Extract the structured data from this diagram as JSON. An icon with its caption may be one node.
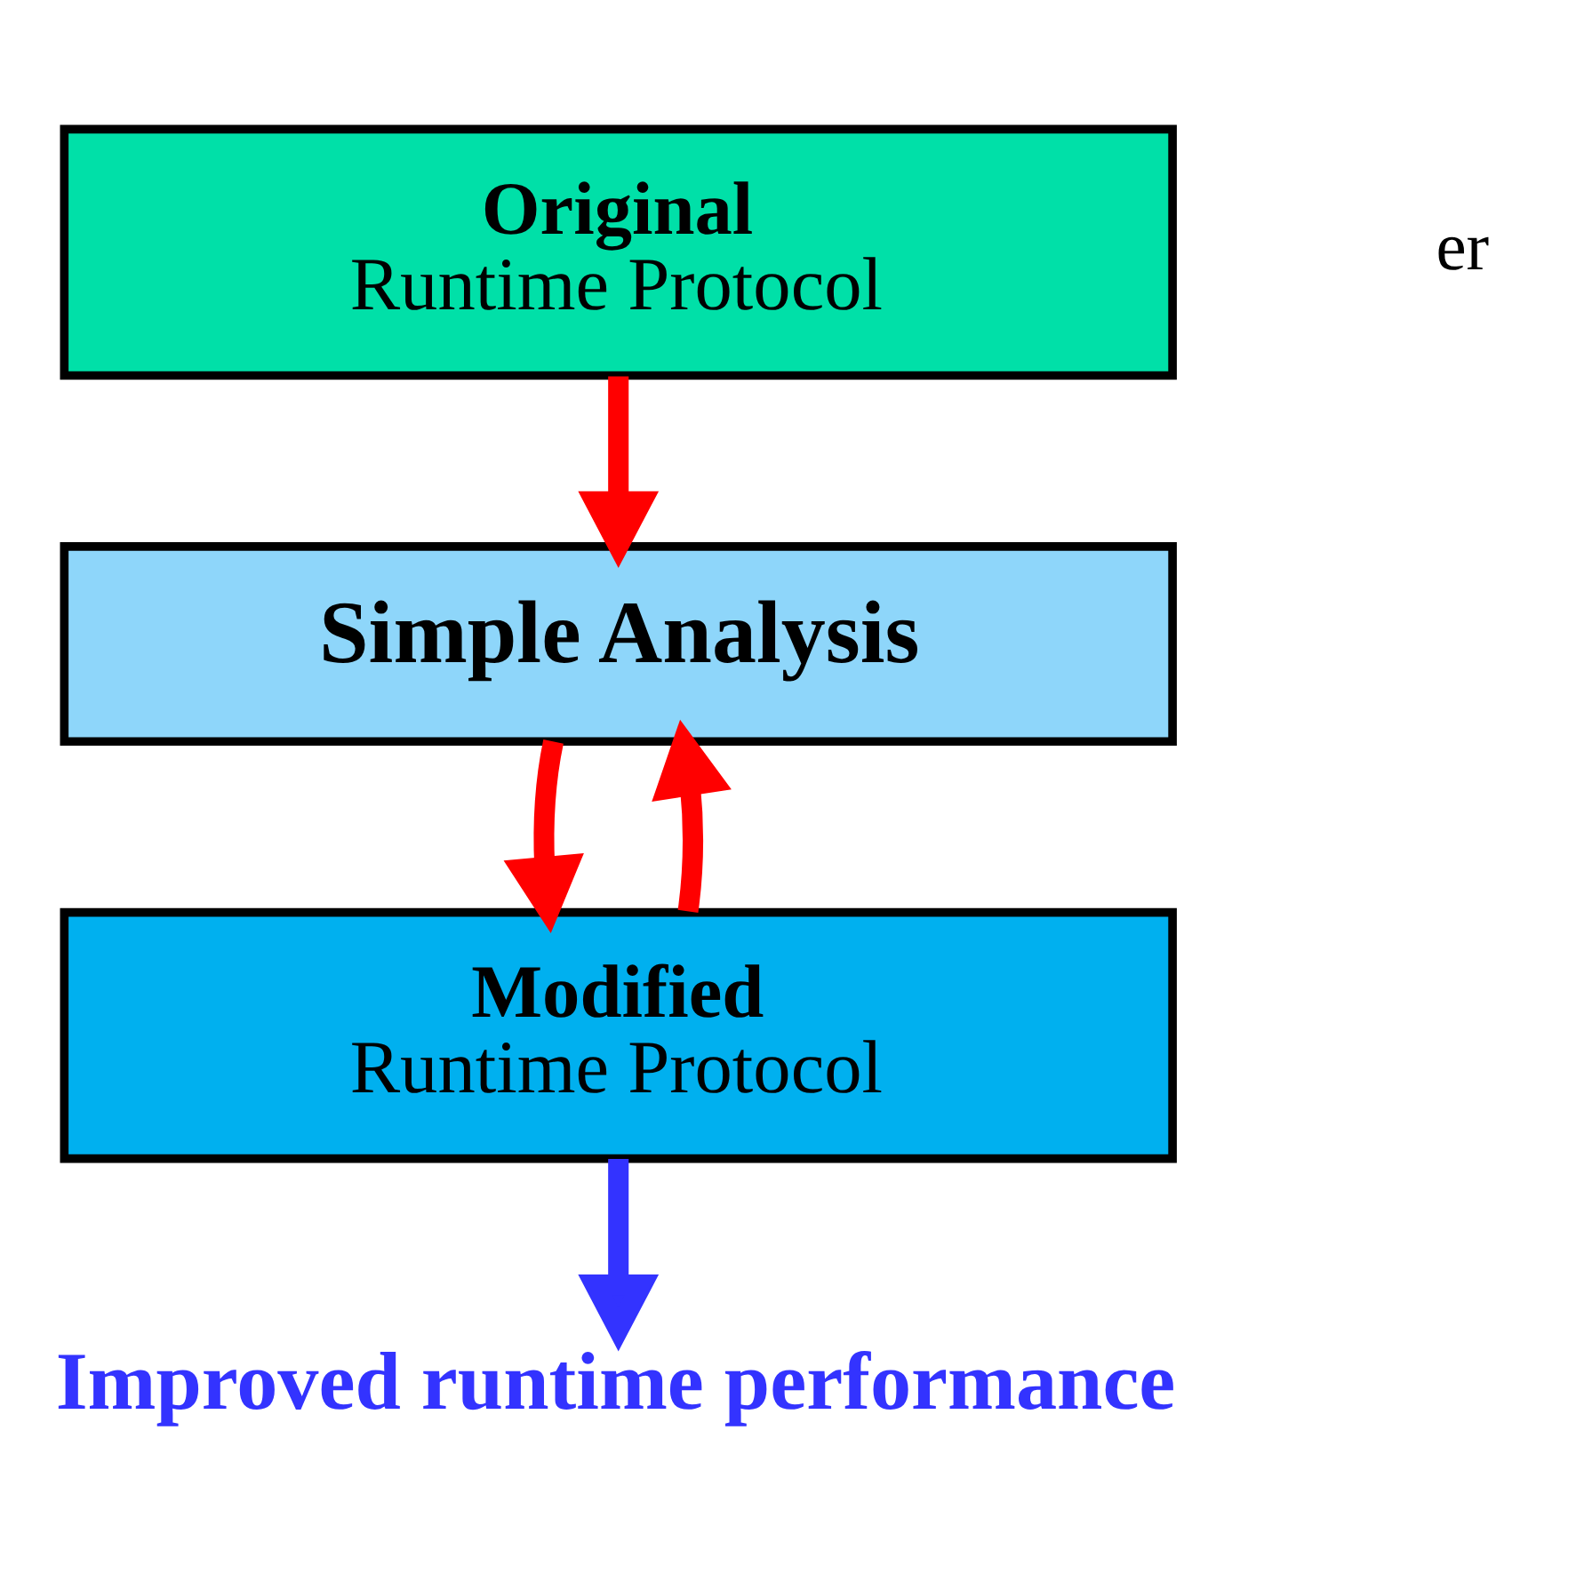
{
  "diagram": {
    "nodes": [
      {
        "text": [
          "Original",
          "Runtime Protocol"
        ]
      },
      {
        "text": [
          "Simple Analysis"
        ]
      },
      {
        "text": [
          "Modified",
          "Runtime Protocol"
        ]
      },
      {
        "text": [
          "Improved runtime performance"
        ]
      }
    ],
    "edges": [
      {
        "from": 0,
        "to": 1,
        "arrow": "to"
      },
      {
        "from": 1,
        "to": 2,
        "arrow": "to"
      },
      {
        "from": 2,
        "to": 1,
        "arrow": "to"
      },
      {
        "from": 2,
        "to": 3,
        "arrow": "to",
        "color": "#3333ff"
      }
    ],
    "labels": [
      "er"
    ]
  }
}
